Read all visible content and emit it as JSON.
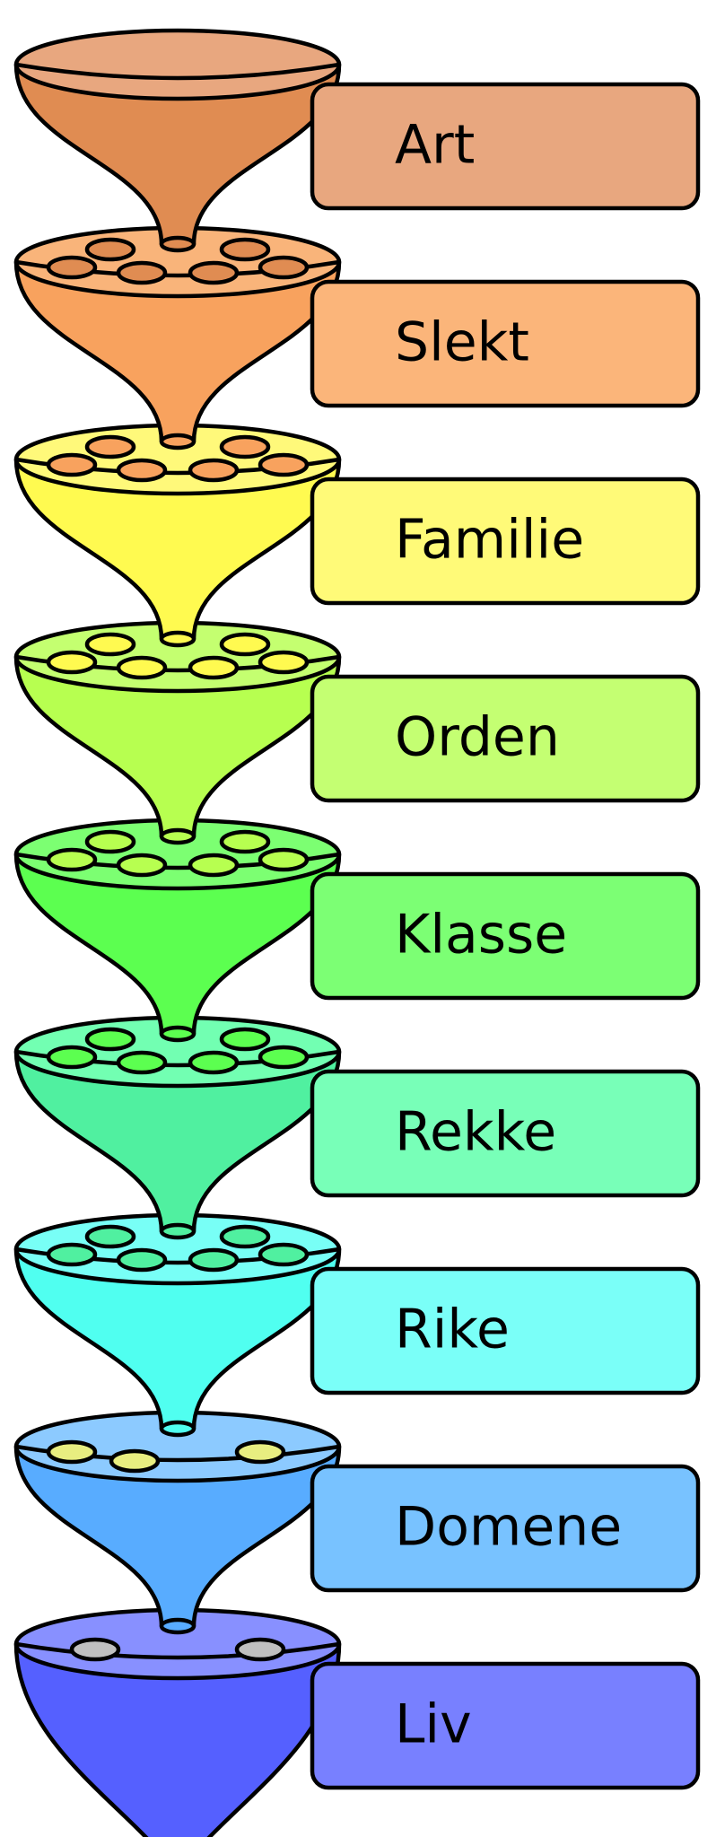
{
  "levels": [
    {
      "name": "Art",
      "body": "#e08c52",
      "rim": "#e8a77f",
      "label_bg": "#e8a77f",
      "hole_fill": null
    },
    {
      "name": "Slekt",
      "body": "#f8a25e",
      "rim": "#f9b47a",
      "label_bg": "#fbb57a",
      "hole_fill": "#e08c52"
    },
    {
      "name": "Familie",
      "body": "#fffa50",
      "rim": "#fff97a",
      "label_bg": "#fffa78",
      "hole_fill": "#f8a25e"
    },
    {
      "name": "Orden",
      "body": "#b7ff50",
      "rim": "#c4ff70",
      "label_bg": "#c4ff72",
      "hole_fill": "#fffa50"
    },
    {
      "name": "Klasse",
      "body": "#5cff50",
      "rim": "#7cff72",
      "label_bg": "#7cff74",
      "hole_fill": "#b7ff50"
    },
    {
      "name": "Rekke",
      "body": "#50f0a0",
      "rim": "#72ffb2",
      "label_bg": "#78ffb8",
      "hole_fill": "#5cff50"
    },
    {
      "name": "Rike",
      "body": "#50fff0",
      "rim": "#78fff6",
      "label_bg": "#7afff8",
      "hole_fill": "#50f0a0"
    },
    {
      "name": "Domene",
      "body": "#58acff",
      "rim": "#8ccaff",
      "label_bg": "#78c2ff",
      "hole_fill": "#e8ee80"
    },
    {
      "name": "Liv",
      "body": "#5560ff",
      "rim": "#8890ff",
      "label_bg": "#7880ff",
      "hole_fill": "#c0c0c0"
    }
  ]
}
